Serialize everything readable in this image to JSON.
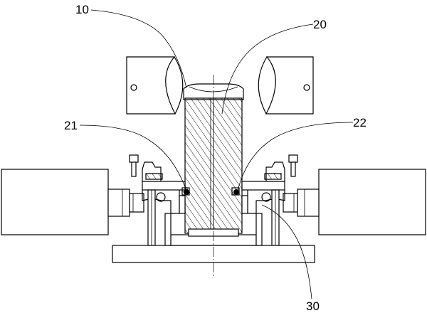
{
  "diagram": {
    "labels": {
      "l10": "10",
      "l20": "20",
      "l21": "21",
      "l22": "22",
      "l30": "30"
    },
    "colors": {
      "line": "#000000",
      "background": "#ffffff"
    }
  }
}
